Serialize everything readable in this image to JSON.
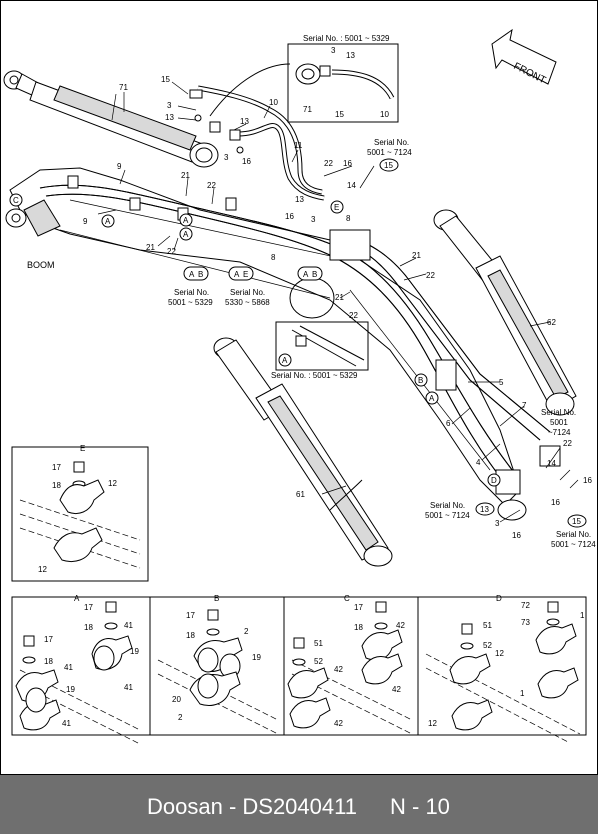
{
  "footer": {
    "brand": "Doosan - DS2040411",
    "page": "N - 10"
  },
  "orientation": {
    "front": "FRONT"
  },
  "labels": {
    "boom": "BOOM",
    "serial_top": "Serial No. : 5001 ~ 5329",
    "serial_7124_top_a": "Serial No.",
    "serial_7124_top_b": "5001 ~ 7124",
    "serial_5329_a": "Serial No.",
    "serial_5329_b": "5001 ~ 5329",
    "serial_5868_a": "Serial No.",
    "serial_5868_b": "5330 ~ 5868",
    "serial_mid": "Serial No. : 5001 ~ 5329",
    "serial_right_a": "Serial No.",
    "serial_right_b": "5001",
    "serial_right_c": "~7124",
    "serial_bottom_left_a": "Serial No.",
    "serial_bottom_left_b": "5001 ~ 7124",
    "serial_bottom_right_a": "Serial No.",
    "serial_bottom_right_b": "5001 ~ 7124"
  },
  "callouts": {
    "c_ab": "A",
    "c_bb": "B",
    "c_a2": "A",
    "c_e": "E",
    "c_ab2a": "A",
    "c_ab2b": "B",
    "c_a3": "A",
    "c_b3": "B",
    "c_a4": "A",
    "c_c": "C",
    "c_d": "D",
    "c_a_small": "A",
    "c_b_small": "B",
    "n15": "15",
    "n13": "13",
    "n13b": "13",
    "n15b": "15"
  },
  "parts": {
    "p71": "71",
    "p15": "15",
    "p3": "3",
    "p13": "13",
    "p10": "10",
    "p3b": "3",
    "p13b": "13",
    "p71b": "71",
    "p15c": "15",
    "p10b": "10",
    "p13c": "13",
    "p3c": "3",
    "p16": "16",
    "p11": "11",
    "p22": "22",
    "p16b": "16",
    "p14": "14",
    "p13d": "13",
    "p16c": "16",
    "p3d": "3",
    "p8": "8",
    "p9": "9",
    "p21": "21",
    "p22b": "22",
    "p9b": "9",
    "p21b": "21",
    "p22c": "22",
    "p8b": "8",
    "p21c": "21",
    "p22d": "22",
    "p21d": "21",
    "p22e": "22",
    "p62": "62",
    "p5": "5",
    "p7": "7",
    "p6": "6",
    "p4": "4",
    "p22f": "22",
    "p14b": "14",
    "p16d": "16",
    "p16e": "16",
    "p3e": "3",
    "p16f": "16",
    "p61": "61"
  },
  "details": {
    "E": {
      "title": "E",
      "n17": "17",
      "n18": "18",
      "n12": "12",
      "n12b": "12"
    },
    "A": {
      "title": "A",
      "n17": "17",
      "n18": "18",
      "n41": "41",
      "n19": "19",
      "n41b": "41",
      "n17b": "17",
      "n18b": "18",
      "n41c": "41",
      "n19b": "19",
      "n41d": "41"
    },
    "B": {
      "title": "B",
      "n17": "17",
      "n18": "18",
      "n2": "2",
      "n19": "19",
      "n20": "20",
      "n2b": "2"
    },
    "C": {
      "title": "C",
      "n17": "17",
      "n18": "18",
      "n42": "42",
      "n51": "51",
      "n52": "52",
      "n42b": "42",
      "n42c": "42",
      "n42d": "42"
    },
    "D": {
      "title": "D",
      "n72": "72",
      "n73": "73",
      "n1": "1",
      "n51": "51",
      "n52": "52",
      "n12": "12",
      "n1b": "1",
      "n12b": "12"
    }
  }
}
